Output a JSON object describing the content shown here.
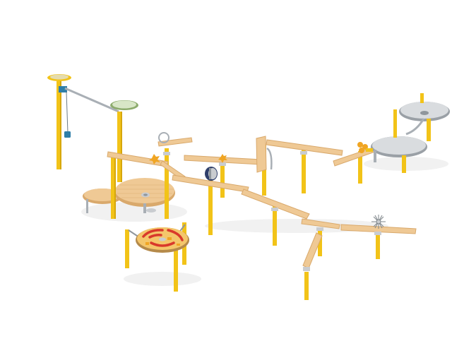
{
  "scene": {
    "background": "#ffffff",
    "colors": {
      "post": "#f2c318",
      "post_shade": "#d6a70c",
      "wood": "#efc995",
      "wood_shade": "#d9a96c",
      "metal": "#c9ccd0",
      "metal_dark": "#8f969c",
      "basin": "#d9dcdf",
      "green_disc": "#d8e6c7",
      "blue": "#2e7ea8",
      "navy": "#2f3f6b",
      "pizza_red": "#d9392b",
      "pizza_cheese": "#f4c66b",
      "flower_orange": "#f0a523",
      "shadow": "#eeeeee"
    },
    "objects": [
      "water-pump-tower",
      "round-wooden-table",
      "pizza-disc-table",
      "wooden-water-chutes",
      "turning-wheel",
      "metal-basins",
      "sun-decoration",
      "spiky-wheel"
    ]
  }
}
